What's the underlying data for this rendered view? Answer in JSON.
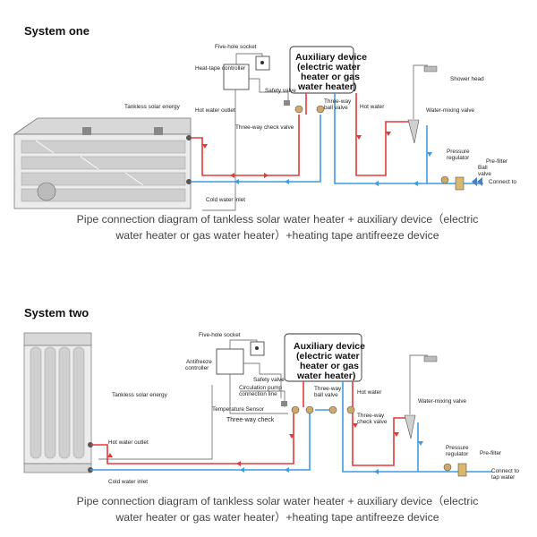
{
  "system_one": {
    "title": "System one",
    "labels": {
      "five_hole_socket": "Five-hole socket",
      "heat_tape_controller": "Heat-tape controller",
      "safety_valve": "Safety valve",
      "aux_device": [
        "Auxiliary device",
        "(electric water",
        "heater or gas",
        "water heater)"
      ],
      "shower_head": "Shower head",
      "tankless_solar": "Tankless solar energy",
      "hot_water_outlet": "Hot water outlet",
      "three_way_ball_valve": [
        "Three-way",
        "ball valve"
      ],
      "hot_water": "Hot water",
      "water_mixing_valve": "Water-mixing valve",
      "three_way_check_valve": "Three-way check valve",
      "pressure_regulator": [
        "Pressure",
        "regulator"
      ],
      "pre_filter": "Pre-filter",
      "ball_valve": [
        "Ball",
        "valve"
      ],
      "connect_to": "Connect to",
      "cold_water_inlet": "Cold water inlet"
    },
    "caption": [
      "Pipe connection diagram of tankless solar water heater + auxiliary device（electric",
      "water heater or gas water heater）+heating tape antifreeze device"
    ]
  },
  "system_two": {
    "title": "System two",
    "labels": {
      "five_hole_socket": "Five-hole socket",
      "antifreeze_controller": [
        "Antifreeze",
        "controller"
      ],
      "aux_device": [
        "Auxiliary device",
        "(electric water",
        "heater or gas",
        "water heater)"
      ],
      "safety_valve": "Safety valve",
      "circulation_pump": [
        "Circulation pump",
        "connection line"
      ],
      "three_way_ball_valve": [
        "Three-way",
        "ball valve"
      ],
      "hot_water": "Hot water",
      "tankless_solar": "Tankless solar energy",
      "temperature_sensor": "Temperature Sensor",
      "water_mixing_valve": "Water-mixing valve",
      "three_way_check": "Three-way check",
      "three_way_check_valve": [
        "Three-way",
        "check valve"
      ],
      "hot_water_outlet": "Hot water outlet",
      "pressure_regulator": [
        "Pressure",
        "regulator"
      ],
      "pre_filter": "Pre-filter",
      "connect_to_tap_water": [
        "Connect to",
        "tap water"
      ],
      "cold_water_inlet": "Cold water inlet"
    },
    "caption": [
      "Pipe connection diagram of tankless solar water heater + auxiliary device（electric",
      "water heater or gas water heater）+heating tape antifreeze device"
    ]
  },
  "colors": {
    "hot_pipe": "#e23a3a",
    "cold_pipe": "#3f9be0",
    "wire": "#555555"
  }
}
